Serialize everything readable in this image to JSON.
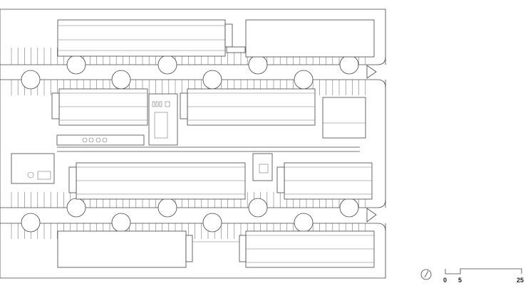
{
  "drawing": {
    "type": "site plan",
    "line_color": "#444444"
  },
  "scale_bar": {
    "labels": [
      "0",
      "5",
      "25"
    ]
  },
  "north_arrow": {
    "icon": "north-arrow-icon"
  }
}
